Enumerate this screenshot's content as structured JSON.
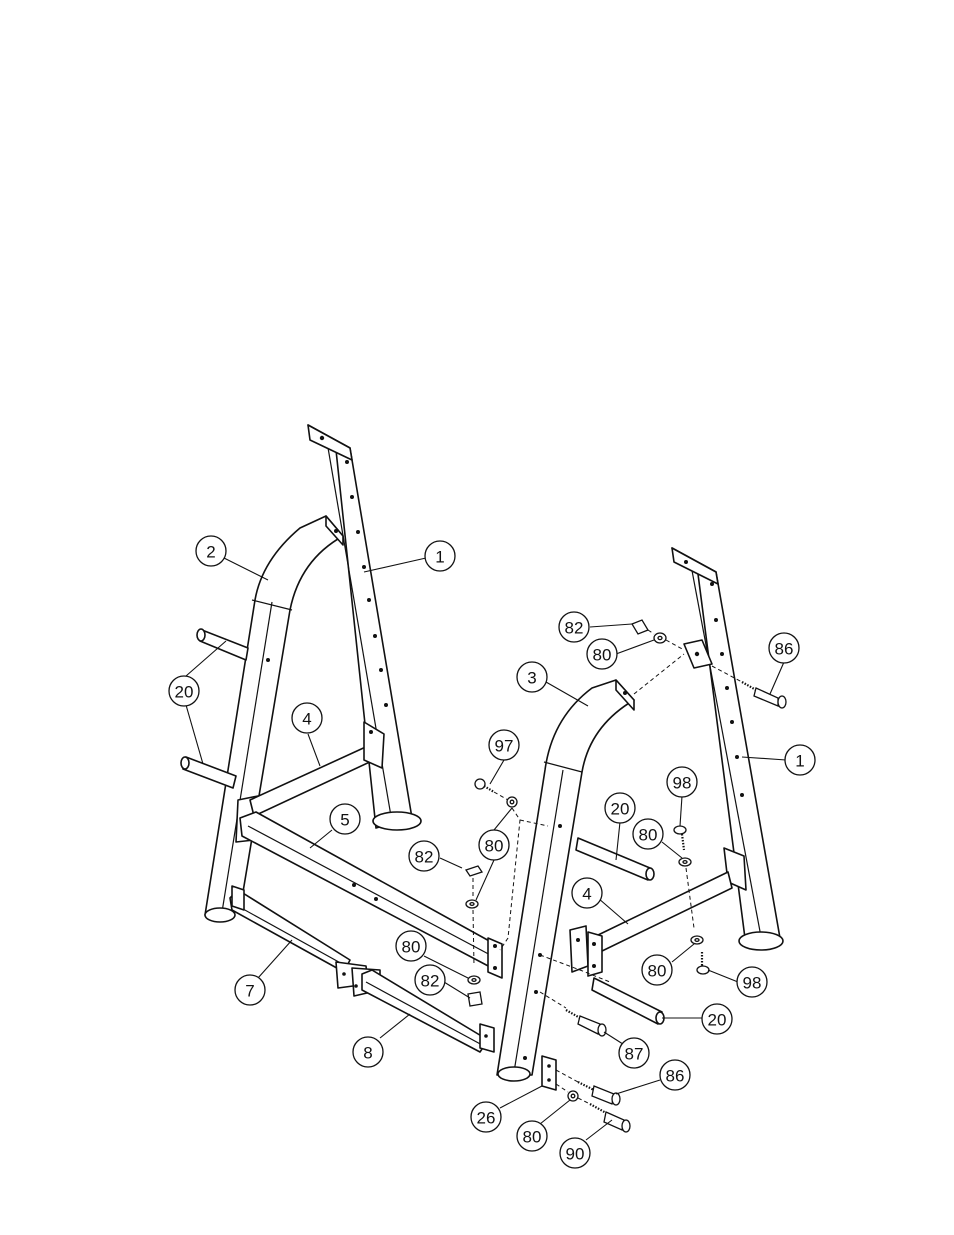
{
  "figure": {
    "type": "exploded-assembly-drawing",
    "callouts": [
      {
        "id": "c1a",
        "label": "1"
      },
      {
        "id": "c1b",
        "label": "1"
      },
      {
        "id": "c2",
        "label": "2"
      },
      {
        "id": "c3",
        "label": "3"
      },
      {
        "id": "c4a",
        "label": "4"
      },
      {
        "id": "c4b",
        "label": "4"
      },
      {
        "id": "c5",
        "label": "5"
      },
      {
        "id": "c7",
        "label": "7"
      },
      {
        "id": "c8",
        "label": "8"
      },
      {
        "id": "c20a",
        "label": "20"
      },
      {
        "id": "c20b",
        "label": "20"
      },
      {
        "id": "c20c",
        "label": "20"
      },
      {
        "id": "c26",
        "label": "26"
      },
      {
        "id": "c80a",
        "label": "80"
      },
      {
        "id": "c80b",
        "label": "80"
      },
      {
        "id": "c80c",
        "label": "80"
      },
      {
        "id": "c80d",
        "label": "80"
      },
      {
        "id": "c80e",
        "label": "80"
      },
      {
        "id": "c80f",
        "label": "80"
      },
      {
        "id": "c82a",
        "label": "82"
      },
      {
        "id": "c82b",
        "label": "82"
      },
      {
        "id": "c82c",
        "label": "82"
      },
      {
        "id": "c86a",
        "label": "86"
      },
      {
        "id": "c86b",
        "label": "86"
      },
      {
        "id": "c87",
        "label": "87"
      },
      {
        "id": "c90",
        "label": "90"
      },
      {
        "id": "c97",
        "label": "97"
      },
      {
        "id": "c98a",
        "label": "98"
      },
      {
        "id": "c98b",
        "label": "98"
      }
    ]
  }
}
